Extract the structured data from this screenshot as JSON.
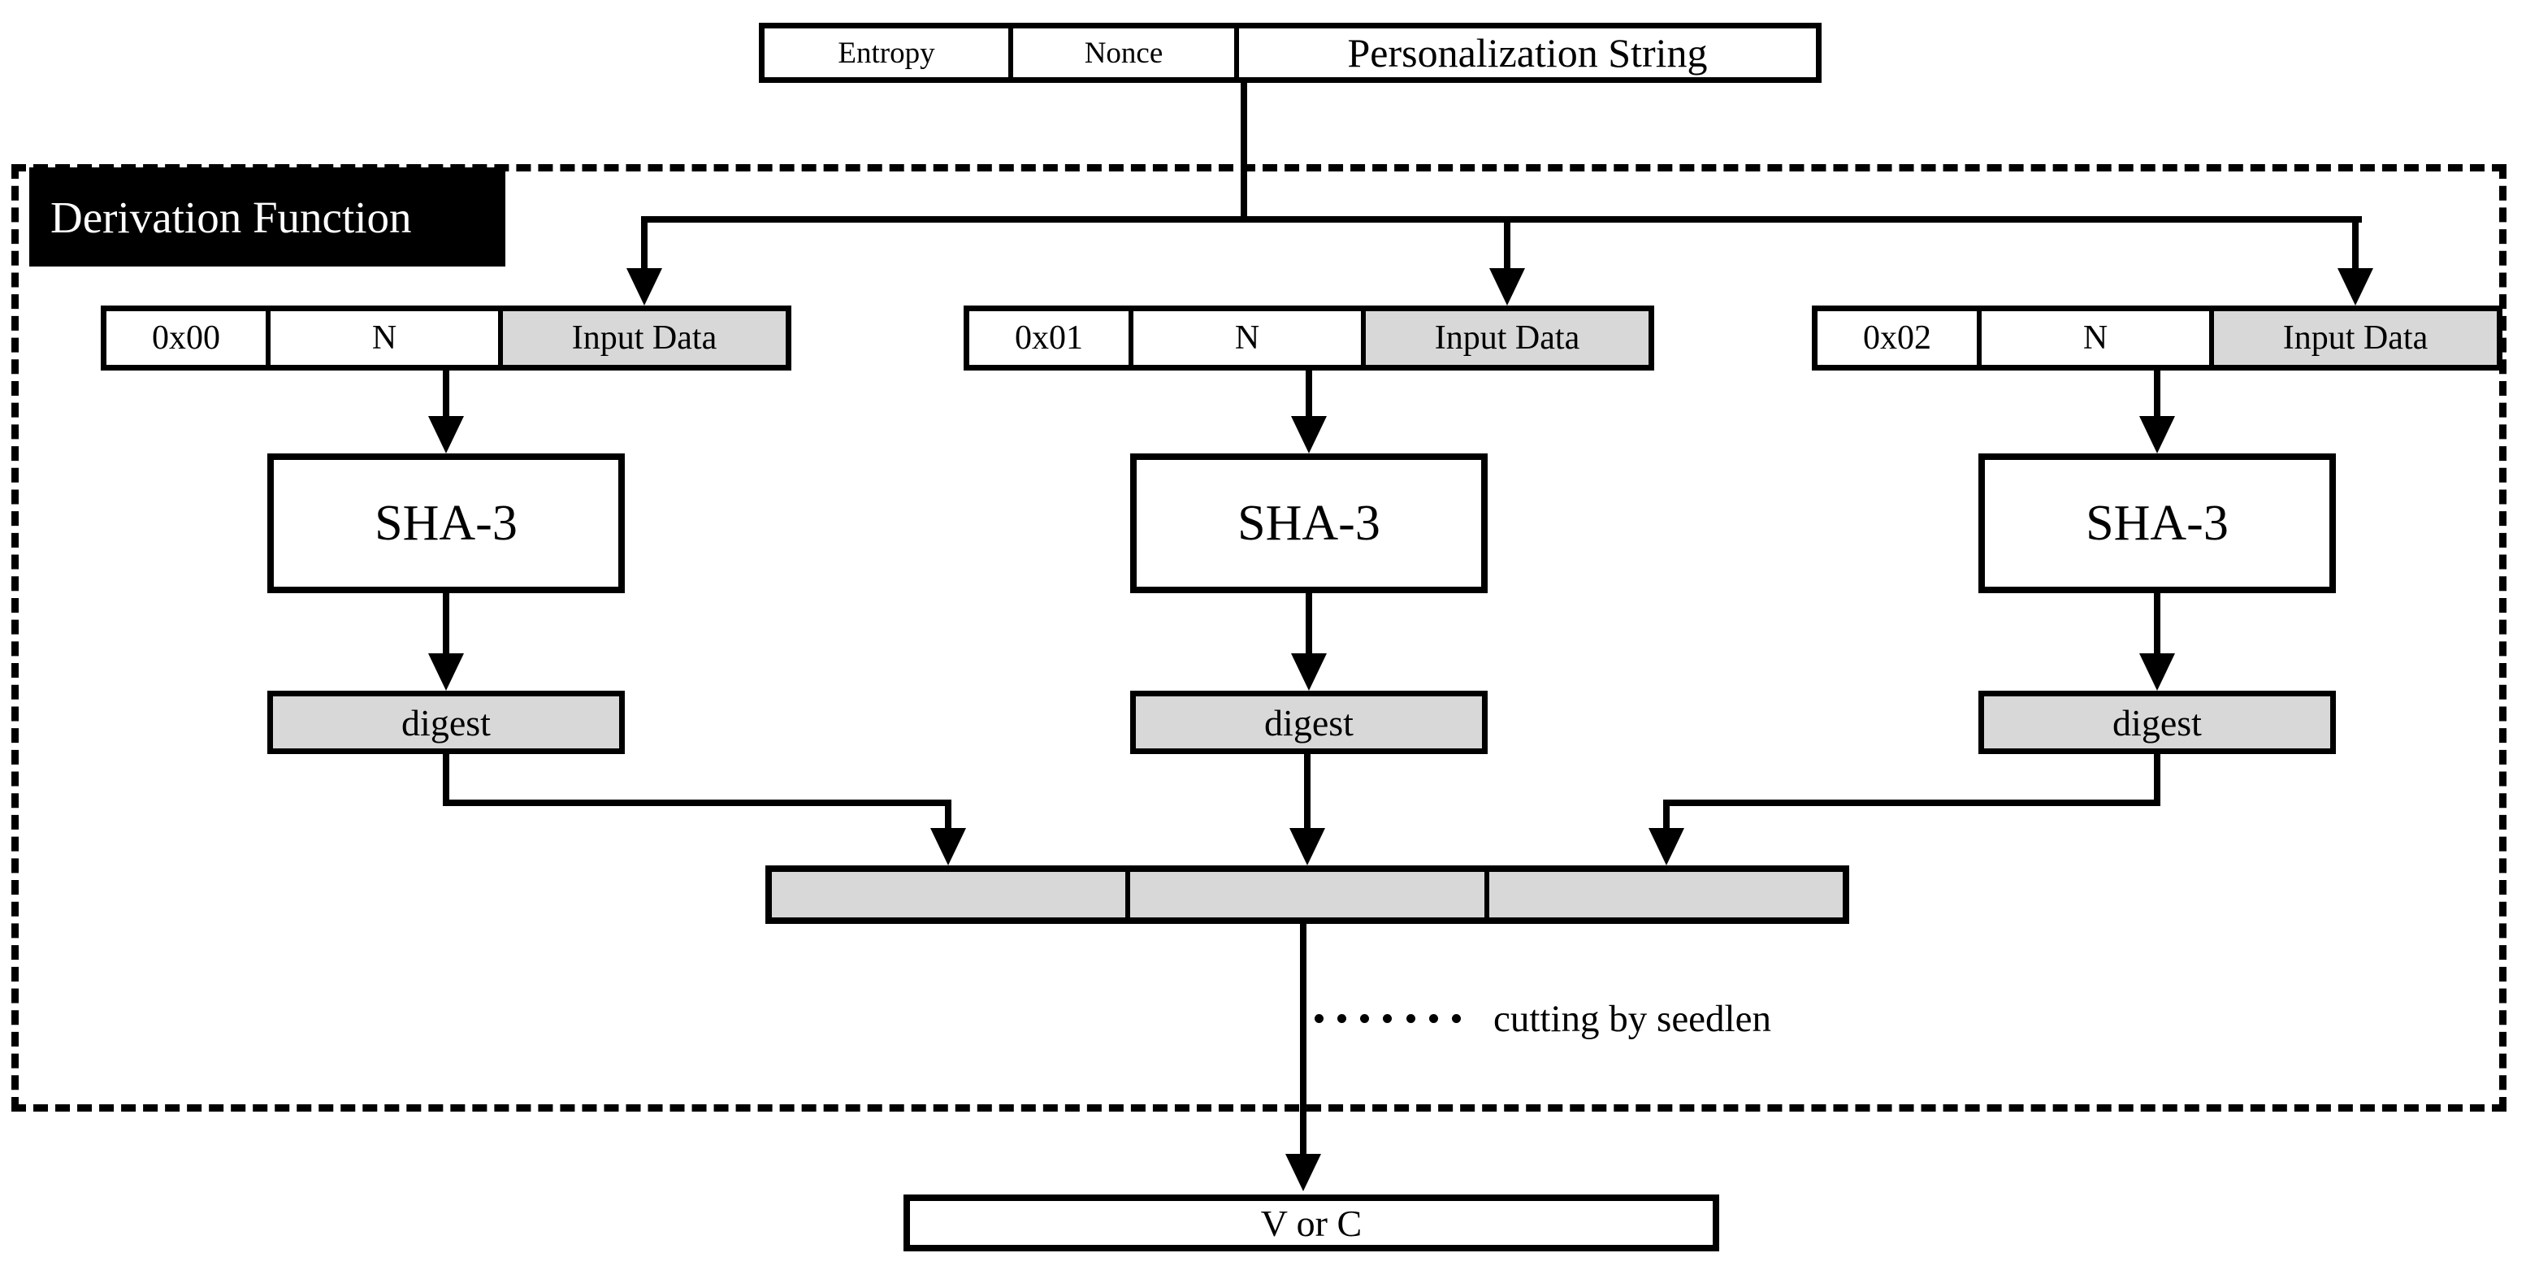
{
  "diagram": {
    "top_box": {
      "cells": [
        "Entropy",
        "Nonce",
        "Personalization String"
      ]
    },
    "derivation_function": {
      "label": "Derivation Function"
    },
    "branches": [
      {
        "prefix": "0x00",
        "counter": "N",
        "input": "Input Data",
        "hash": "SHA-3",
        "digest": "digest"
      },
      {
        "prefix": "0x01",
        "counter": "N",
        "input": "Input Data",
        "hash": "SHA-3",
        "digest": "digest"
      },
      {
        "prefix": "0x02",
        "counter": "N",
        "input": "Input Data",
        "hash": "SHA-3",
        "digest": "digest"
      }
    ],
    "concat_bar": {
      "segments": 3
    },
    "cutting": {
      "label": "cutting by seedlen"
    },
    "output": {
      "label": "V or C"
    },
    "colors": {
      "line": "#000000",
      "fill_gray": "#d8d8d8",
      "label_bg": "#000000",
      "label_fg": "#ffffff",
      "background": "#ffffff"
    }
  }
}
